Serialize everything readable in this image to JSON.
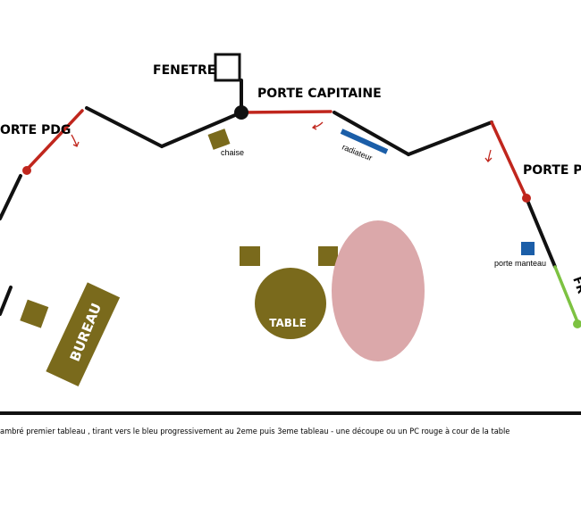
{
  "labels": {
    "fenetre": "FENETRE",
    "porte_capitaine": "PORTE CAPITAINE",
    "porte_pdg": "ORTE PDG",
    "porte_right": "PORTE PR",
    "chaise": "chaise",
    "radiateur": "radiateur",
    "porte_manteau": "porte manteau",
    "table": "TABLE",
    "bureau": "BUREAU",
    "right_edge": "FR"
  },
  "caption": "ambré premier tableau , tirant vers le bleu progressivement au 2eme puis 3eme tableau  -  une découpe ou un PC rouge à cour de la table",
  "colors": {
    "wall": "#111111",
    "door": "#c0261d",
    "door_green": "#7dc242",
    "furniture": "#7a6a1c",
    "radiator": "#1b5ea8",
    "pink": "#dba8aa",
    "table_text": "#ffffff"
  }
}
